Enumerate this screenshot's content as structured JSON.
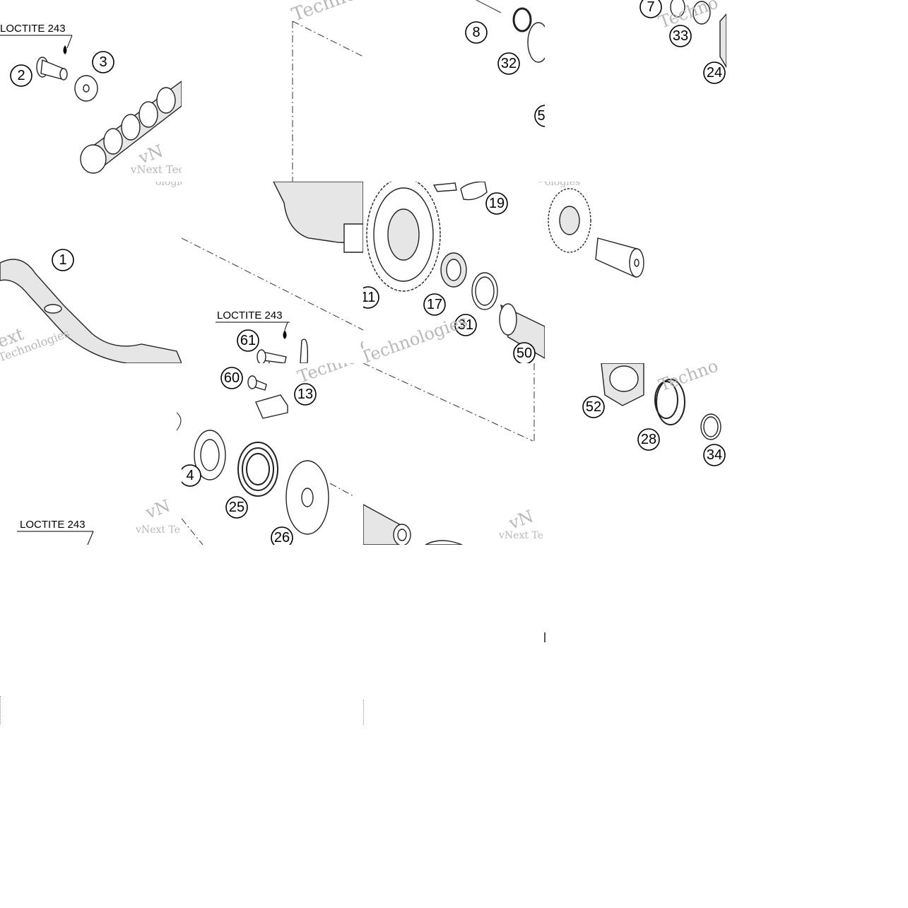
{
  "callouts": {
    "c1": "1",
    "c2": "2",
    "c3": "3",
    "c4": "4",
    "c7": "7",
    "c8": "8",
    "c11": "11",
    "c13": "13",
    "c17": "17",
    "c19": "19",
    "c24": "24",
    "c25": "25",
    "c26": "26",
    "c28": "28",
    "c31": "31",
    "c32": "32",
    "c33": "33",
    "c34": "34",
    "c50": "50",
    "c52": "52",
    "c60": "60",
    "c61": "61",
    "c5x": "5"
  },
  "loctite": {
    "label_a": "LOCTITE 243",
    "label_b": "LOCTITE 243",
    "label_c": "LOCTITE 243"
  },
  "watermarks": {
    "tech": "Techno",
    "tech2": "Technologies",
    "vnext": "vNext Tec",
    "vnext2": "vNext Tech",
    "vnext3": "vNext Te",
    "ologies": "ologies",
    "ext": "ext",
    "vn": "vN"
  }
}
